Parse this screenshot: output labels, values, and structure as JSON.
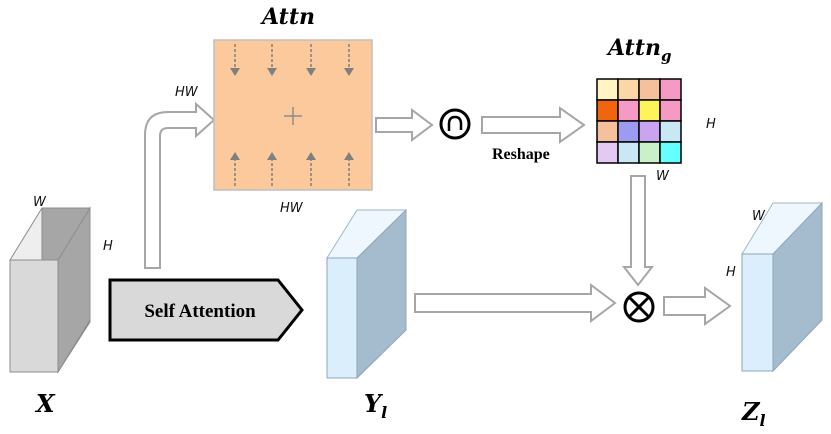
{
  "labels": {
    "attn": "Attn",
    "attn_g_base": "Attn",
    "attn_g_sub": "g",
    "reshape": "Reshape",
    "self_attention": "Self Attention",
    "x": "X",
    "y_base": "Y",
    "y_sub": "l",
    "z_base": "Z",
    "z_sub": "l"
  },
  "dims": {
    "x_w": "W",
    "x_h": "H",
    "attn_hw_left": "HW",
    "attn_hw_bottom": "HW",
    "attn_g_h": "H",
    "attn_g_w": "W",
    "z_w": "W",
    "z_h": "H"
  },
  "colors": {
    "attn_fill": "#fbc99c",
    "x_front": "#d9d9d9",
    "x_side": "#a6a6a6",
    "y_front": "#dbeefb",
    "y_side": "#a4bccd",
    "arrow_outline": "#a6a6a6",
    "self_attention_fill": "#d9d9d9"
  },
  "attn_g_grid": [
    [
      "#fff4c2",
      "#fbd7a8",
      "#f4c19c",
      "#f49ac4"
    ],
    [
      "#f2650f",
      "#f49ac4",
      "#fff35c",
      "#f49ac4"
    ],
    [
      "#f4c19c",
      "#9b9bf0",
      "#c9a4f0",
      "#c9e8f4"
    ],
    [
      "#e3c9f4",
      "#c9e8f4",
      "#c9f0c9",
      "#66ffff"
    ]
  ]
}
